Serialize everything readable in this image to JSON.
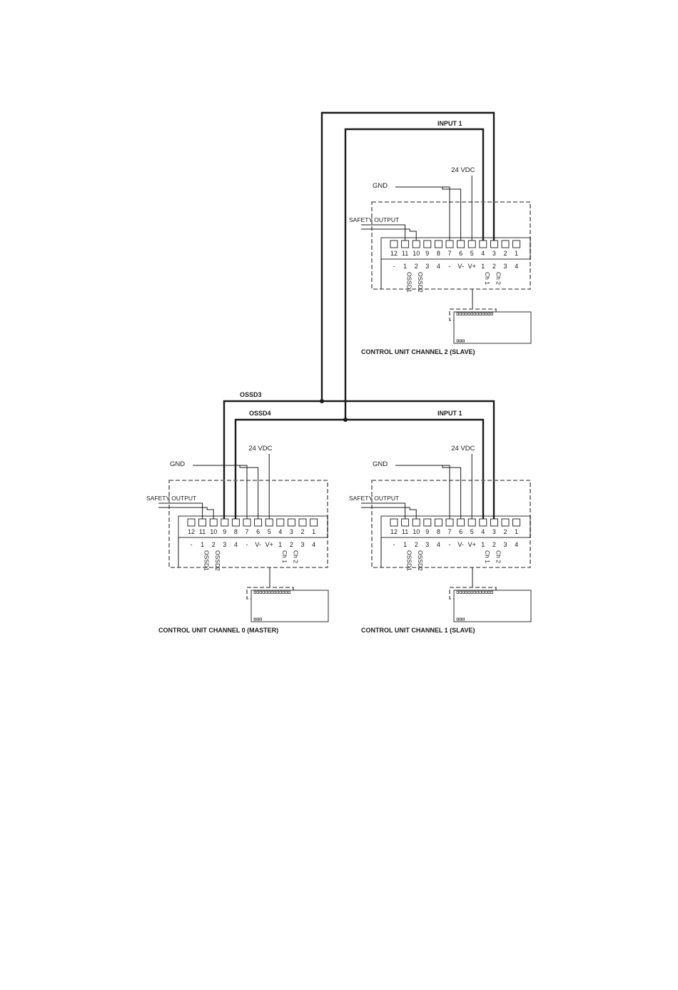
{
  "labels": {
    "input1": "INPUT 1",
    "vdc": "24 VDC",
    "gnd": "GND",
    "safety_output": "SAFETY OUTPUT",
    "ossd3": "OSSD3",
    "ossd4": "OSSD4"
  },
  "terminals": {
    "top_row": [
      "12",
      "11",
      "10",
      "9",
      "8",
      "7",
      "6",
      "5",
      "4",
      "3",
      "2",
      "1"
    ],
    "bottom_row": [
      "-",
      "1",
      "2",
      "3",
      "4",
      "-",
      "V-",
      "V+",
      "1",
      "2",
      "3",
      "4"
    ],
    "vertical": [
      "OSSD1",
      "OSSD2",
      "Ch 1",
      "Ch 2"
    ]
  },
  "units": [
    {
      "id": "ch2",
      "title": "CONTROL UNIT CHANNEL 2 (SLAVE)"
    },
    {
      "id": "ch0",
      "title": "CONTROL UNIT CHANNEL 0 (MASTER)"
    },
    {
      "id": "ch1",
      "title": "CONTROL UNIT CHANNEL 1 (SLAVE)"
    }
  ]
}
